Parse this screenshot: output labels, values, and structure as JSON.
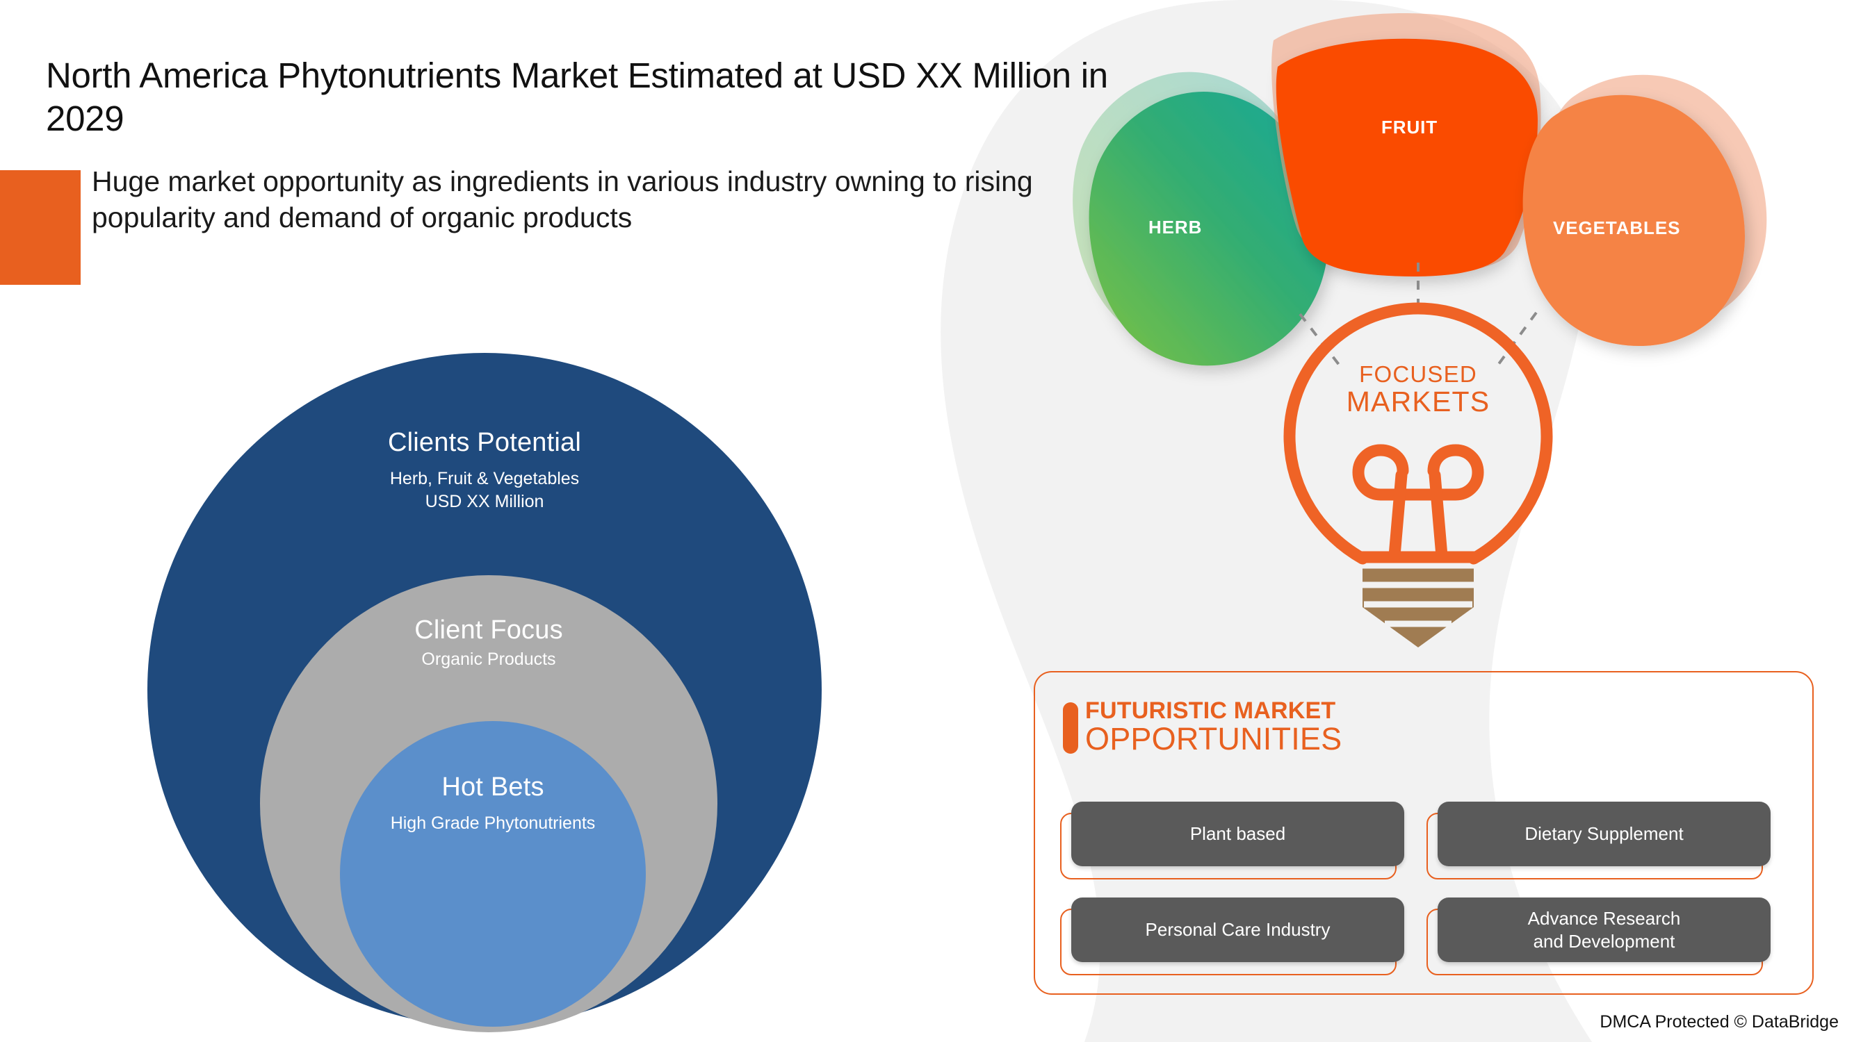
{
  "headline": "North America Phytonutrients Market Estimated at USD XX Million in 2029",
  "subheadline": "Huge market opportunity as ingredients in various industry owning to rising popularity and demand of organic products",
  "circles": {
    "outer": {
      "title": "Clients Potential",
      "sub_line1": "Herb, Fruit & Vegetables",
      "sub_line2": "USD XX Million",
      "color": "#1F4A7D"
    },
    "middle": {
      "title": "Client Focus",
      "sub_line1": "Organic Products",
      "color": "#ACACAC"
    },
    "inner": {
      "title": "Hot Bets",
      "sub_line1": "High Grade Phytonutrients",
      "color": "#5B8FCB"
    }
  },
  "shapes": [
    {
      "label": "HERB",
      "color_from": "#7DC242",
      "color_to": "#17A79B"
    },
    {
      "label": "FRUIT",
      "color": "#FA4B00"
    },
    {
      "label": "VEGETABLES",
      "color": "#F58345"
    }
  ],
  "lightbulb": {
    "line1": "FOCUSED",
    "line2": "MARKETS",
    "glass_color": "#EF6326",
    "base_color": "#A07C52"
  },
  "opportunities_panel": {
    "title_line1": "FUTURISTIC MARKET",
    "title_line2": "OPPORTUNITIES",
    "accent_color": "#E8601F",
    "items": [
      "Plant based",
      "Dietary Supplement",
      "Personal Care Industry",
      "Advance Research\nand Development"
    ]
  },
  "footer": "DMCA Protected © DataBridge",
  "theme": {
    "background": "#FFFFFF",
    "blob": "#F2F2F2",
    "accent_orange": "#E8601F",
    "card_gray": "#5A5A5A"
  }
}
